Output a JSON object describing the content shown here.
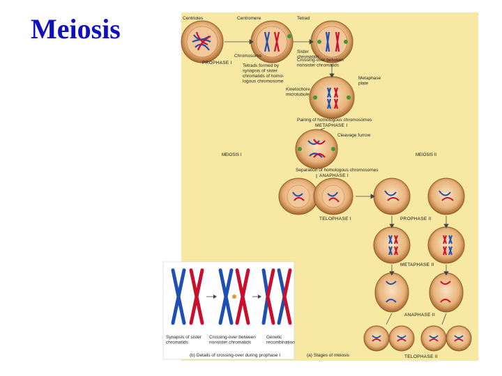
{
  "title": "Meiosis",
  "labels": {
    "centrioles": "Centrioles",
    "centromere": "Centromere",
    "tetrad": "Tetrad",
    "chromosome": "Chromosome",
    "sister_chromatids": "Sister\nchromatids",
    "crossing_over_nonsister": "Crossing-over between\nnonsister chromatids",
    "tetrads_formed": "Tetrads formed by\nsynapsis of sister\nchromatids of homo-\nlogous chromosome",
    "metaphase_plate": "Metaphase\nplate",
    "kinetochore": "Kinetochore\nmicrotubule",
    "pairing": "Pairing of homologous chromosomes",
    "cleavage": "Cleavage furrow",
    "separation": "Separation of homologous chromosomes"
  },
  "stages": {
    "prophase1": "PROPHASE I",
    "metaphase1": "METAPHASE I",
    "anaphase1": "ANAPHASE I",
    "telophase1": "TELOPHASE I",
    "prophase2": "PROPHASE II",
    "metaphase2": "METAPHASE II",
    "anaphase2": "ANAPHASE II",
    "telophase2": "TELOPHASE II"
  },
  "sections": {
    "meiosis1": "MEIOSIS I",
    "meiosis2": "MEIOSIS II"
  },
  "inset": {
    "synapsis": "Synapsis of sister\nchromatids",
    "crossing": "Crossing-over between\nnonsister chromatids",
    "recombination": "Genetic\nrecombination",
    "caption_b": "(b) Details of crossing-over during prophase I",
    "caption_a": "(a) Stages of meiosis"
  },
  "colors": {
    "background_panel": "#f7e9a3",
    "cell_fill": "#d9a36b",
    "cell_rim": "#8a5a2b",
    "chromosome_red": "#c8102e",
    "chromosome_blue": "#1f4fb0",
    "title": "#1010c0"
  }
}
